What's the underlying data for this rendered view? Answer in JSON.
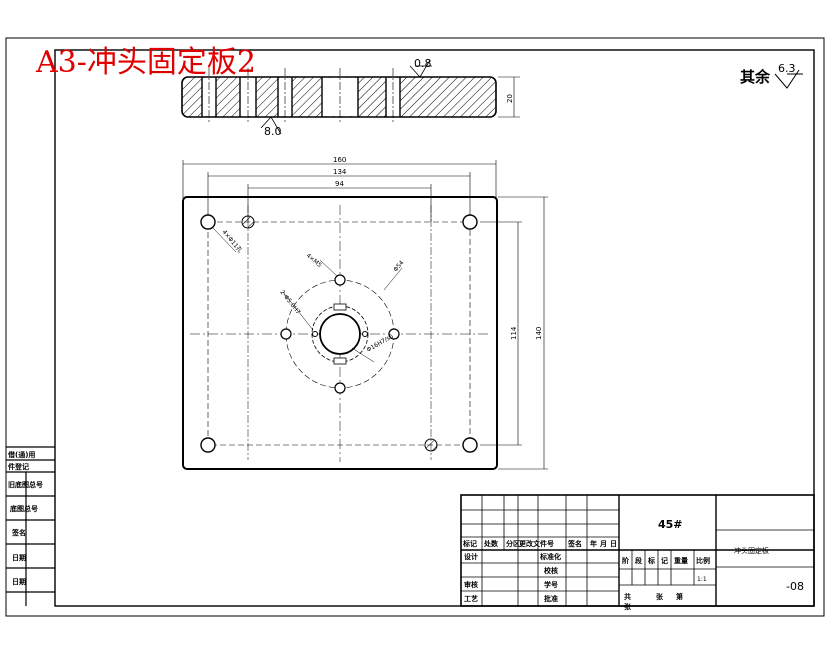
{
  "title": "A3-冲头固定板2",
  "roughness_default": {
    "prefix": "其余",
    "value": "6.3"
  },
  "side_view": {
    "top_roughness": "0.8",
    "bottom_roughness": "8.0",
    "thickness": "20"
  },
  "dimensions": {
    "width_overall": "160",
    "width_bolt": "134",
    "width_pin": "94",
    "height_overall": "140",
    "height_bolt": "114",
    "corner_hole_note": "4×Φ11孔",
    "small_hole_note": "4×M5",
    "circle_note": "Φ54",
    "cross_hole_note": "2-Φ5.0H7",
    "center_hole_note": "Φ16H7/s6"
  },
  "left_strip": {
    "labels": [
      "借(通)用",
      "件登记",
      "旧底图总号",
      "底图总号",
      "签名",
      "日期",
      "日期"
    ]
  },
  "title_block": {
    "material": "45#",
    "part_name": "冲头固定板",
    "drawing_no": "-08",
    "scale": "1:1",
    "header_row": [
      "标记",
      "处数",
      "分区",
      "更改文件号",
      "签名",
      "年",
      "月",
      "日"
    ],
    "row_design": [
      "设计",
      "标准化"
    ],
    "row_check": [
      "校核"
    ],
    "row_review": [
      "审核",
      "学号"
    ],
    "row_process": [
      "工艺",
      "批准"
    ],
    "stage_row": [
      "阶",
      "段",
      "标",
      "记",
      "重量",
      "比例"
    ],
    "sheet_row": [
      "共",
      "张",
      "第",
      "张"
    ]
  }
}
